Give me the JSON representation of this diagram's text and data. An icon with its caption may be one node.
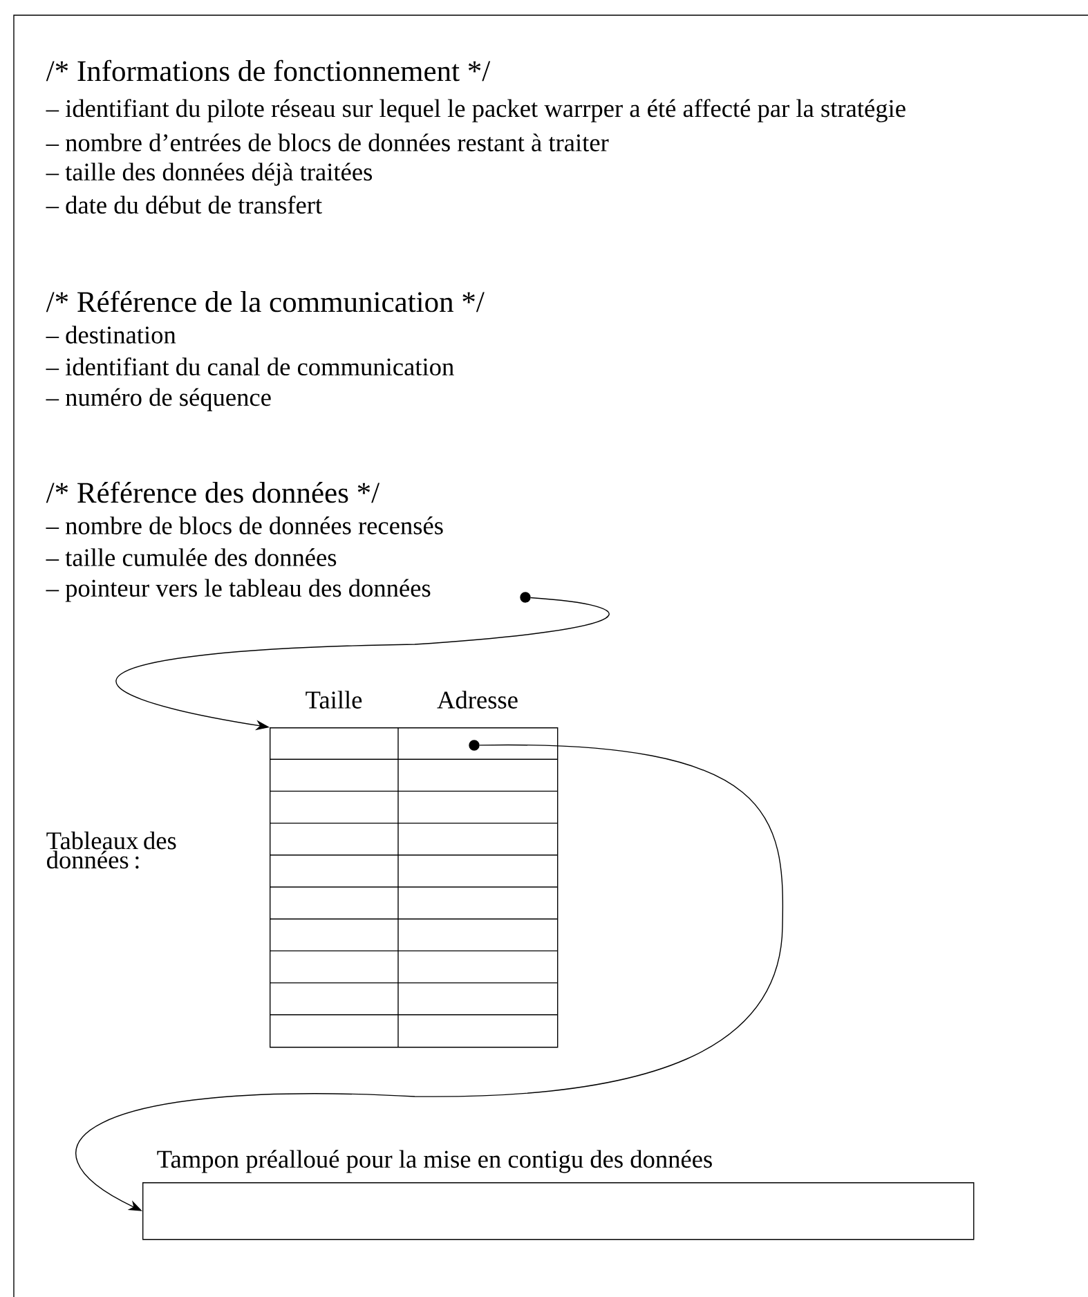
{
  "diagram": {
    "nodes": [
      {
        "text": [],
        "shape": "circle"
      },
      {
        "text": [
          "Taille",
          "Adresse"
        ]
      },
      {
        "text": [],
        "shape": "circle",
        "in": 1
      },
      {
        "text": [
          "Tampon préalloué pour la mise en contigu des données"
        ]
      }
    ],
    "edges": [
      {
        "from": 0,
        "to": 1,
        "arrow": "to"
      },
      {
        "from": 2,
        "to": 3,
        "arrow": "to"
      }
    ],
    "labels": [
      "/* Informations de fonctionnement */",
      "– identifiant du pilote réseau sur lequel le packet warrper a été affecté par la stratégie",
      "– nombre d’entrées de blocs de données restant à traiter",
      "– taille des données déjà traitées",
      "– date du début de transfert",
      "/* Référence de la communication */",
      "– destination",
      "– identifiant du canal de communication",
      "– numéro de séquence",
      "/* Référence des données */",
      "– nombre de blocs de données recensés",
      "– taille cumulée des données",
      "– pointeur vers le tableau des données",
      "Tableaux des données :"
    ]
  }
}
